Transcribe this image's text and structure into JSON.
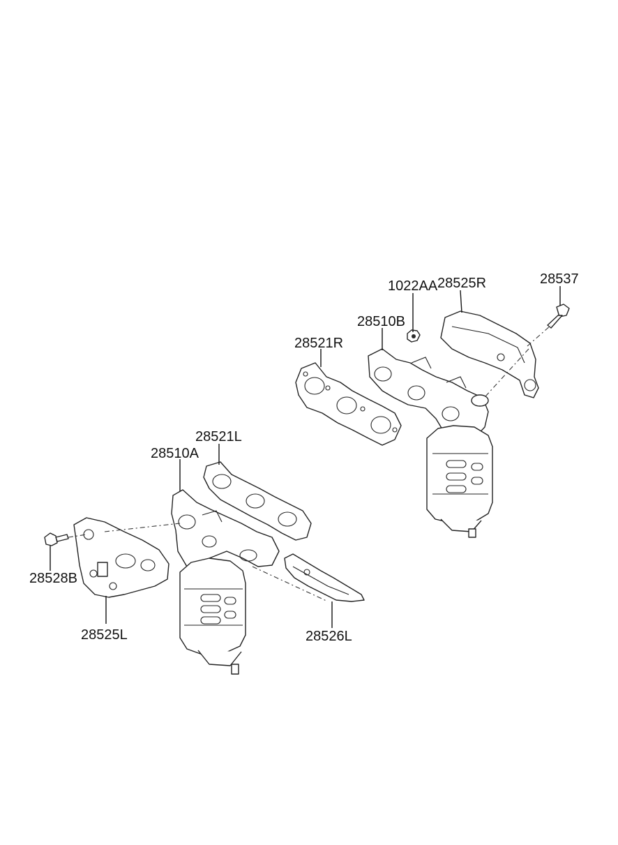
{
  "diagram": {
    "callouts": {
      "c1022AA": "1022AA",
      "c28525R": "28525R",
      "c28537": "28537",
      "c28510B": "28510B",
      "c28521R": "28521R",
      "c28521L": "28521L",
      "c28510A": "28510A",
      "c28528B": "28528B",
      "c28525L": "28525L",
      "c28526L": "28526L"
    }
  }
}
